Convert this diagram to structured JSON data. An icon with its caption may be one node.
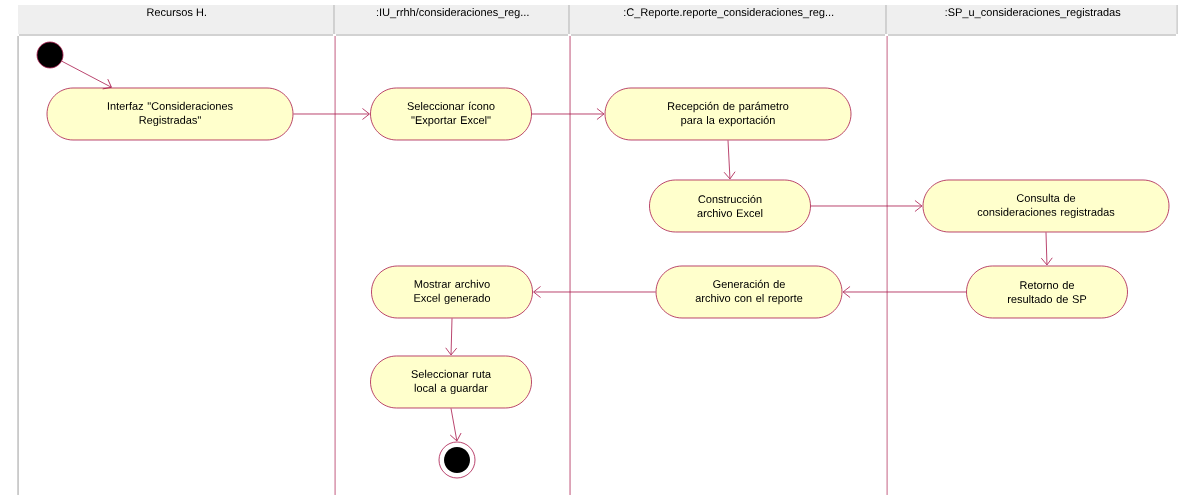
{
  "diagram": {
    "nodes": [
      {
        "text": [
          "Recursos H."
        ]
      },
      {
        "text": [
          ":IU_rrhh/consideraciones_reg..."
        ]
      },
      {
        "text": [
          ":C_Reporte.reporte_consideraciones_reg..."
        ]
      },
      {
        "text": [
          ":SP_u_consideraciones_registradas"
        ]
      },
      {
        "text": [],
        "shape": "circle",
        "in": 0
      },
      {
        "text": [
          "Interfaz \"Consideraciones Registradas\""
        ],
        "in": 0
      },
      {
        "text": [
          "Seleccionar ícono \"Exportar Excel\""
        ],
        "in": 1
      },
      {
        "text": [
          "Recepción de parámetro para la exportación"
        ],
        "in": 2
      },
      {
        "text": [
          "Construcción archivo Excel"
        ],
        "in": 2
      },
      {
        "text": [
          "Consulta de consideraciones registradas"
        ],
        "in": 3
      },
      {
        "text": [
          "Retorno de resultado de SP"
        ],
        "in": 3
      },
      {
        "text": [
          "Generación de archivo con el reporte"
        ],
        "in": 2
      },
      {
        "text": [
          "Mostrar archivo Excel generado"
        ],
        "in": 1
      },
      {
        "text": [
          "Seleccionar ruta local a guardar"
        ],
        "in": 1
      },
      {
        "text": [],
        "shape": "circle",
        "in": 1
      }
    ],
    "edges": [
      {
        "from": 4,
        "to": 5,
        "arrow": "to"
      },
      {
        "from": 5,
        "to": 6,
        "arrow": "to"
      },
      {
        "from": 6,
        "to": 7,
        "arrow": "to"
      },
      {
        "from": 7,
        "to": 8,
        "arrow": "to"
      },
      {
        "from": 8,
        "to": 9,
        "arrow": "to"
      },
      {
        "from": 9,
        "to": 10,
        "arrow": "to"
      },
      {
        "from": 10,
        "to": 11,
        "arrow": "to"
      },
      {
        "from": 11,
        "to": 12,
        "arrow": "to"
      },
      {
        "from": 12,
        "to": 13,
        "arrow": "to"
      },
      {
        "from": 13,
        "to": 14,
        "arrow": "to"
      }
    ]
  }
}
